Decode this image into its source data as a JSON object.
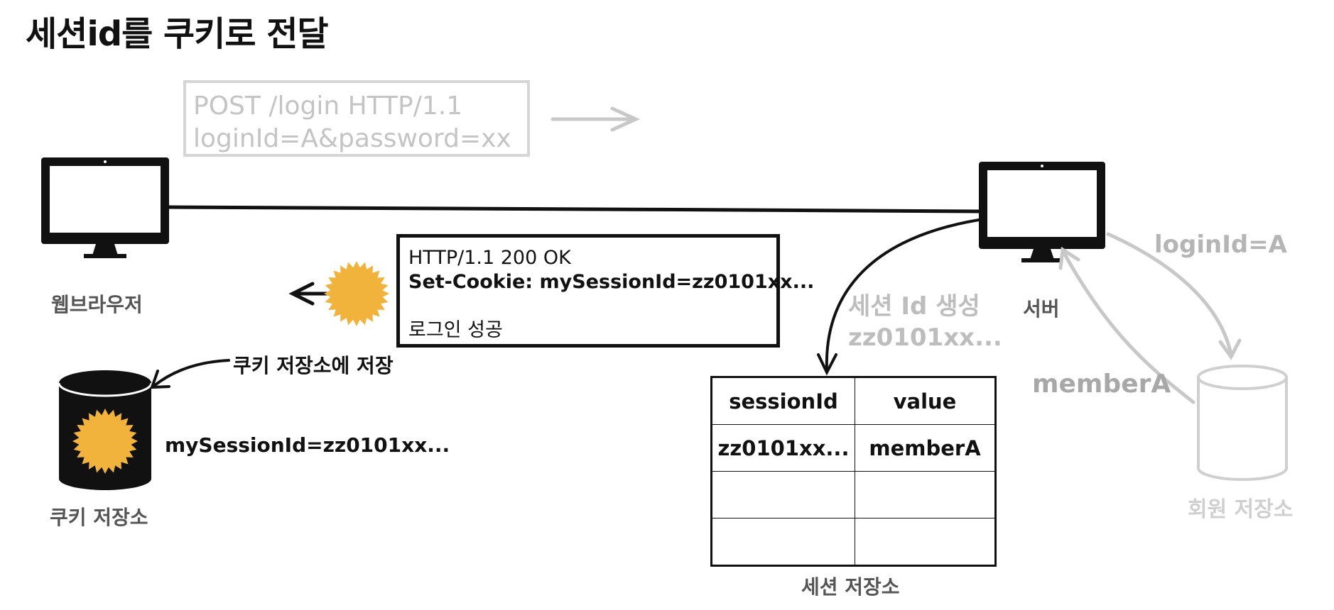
{
  "title": "세션id를 쿠키로 전달",
  "request": {
    "line1": "POST /login HTTP/1.1",
    "line2": "loginId=A&password=xx"
  },
  "response": {
    "line1": "HTTP/1.1 200 OK",
    "line2": "Set-Cookie: mySessionId=zz0101xx...",
    "line3": "로그인 성공"
  },
  "browser_label": "웹브라우저",
  "server_label": "서버",
  "cookie_store_label": "쿠키 저장소",
  "cookie_store_action": "쿠키 저장소에 저장",
  "cookie_value": "mySessionId=zz0101xx...",
  "session_create": {
    "line1": "세션 Id 생성",
    "line2": "zz0101xx..."
  },
  "session_table": {
    "headers": [
      "sessionId",
      "value"
    ],
    "rows": [
      [
        "zz0101xx...",
        "memberA"
      ],
      [
        "",
        ""
      ],
      [
        "",
        ""
      ]
    ]
  },
  "session_store_label": "세션 저장소",
  "member_store_label": "회원 저장소",
  "login_id_label": "loginId=A",
  "member_label": "memberA",
  "colors": {
    "cookie": "#f2b33d",
    "faded": "#c8c8c8",
    "ink": "#111111"
  }
}
